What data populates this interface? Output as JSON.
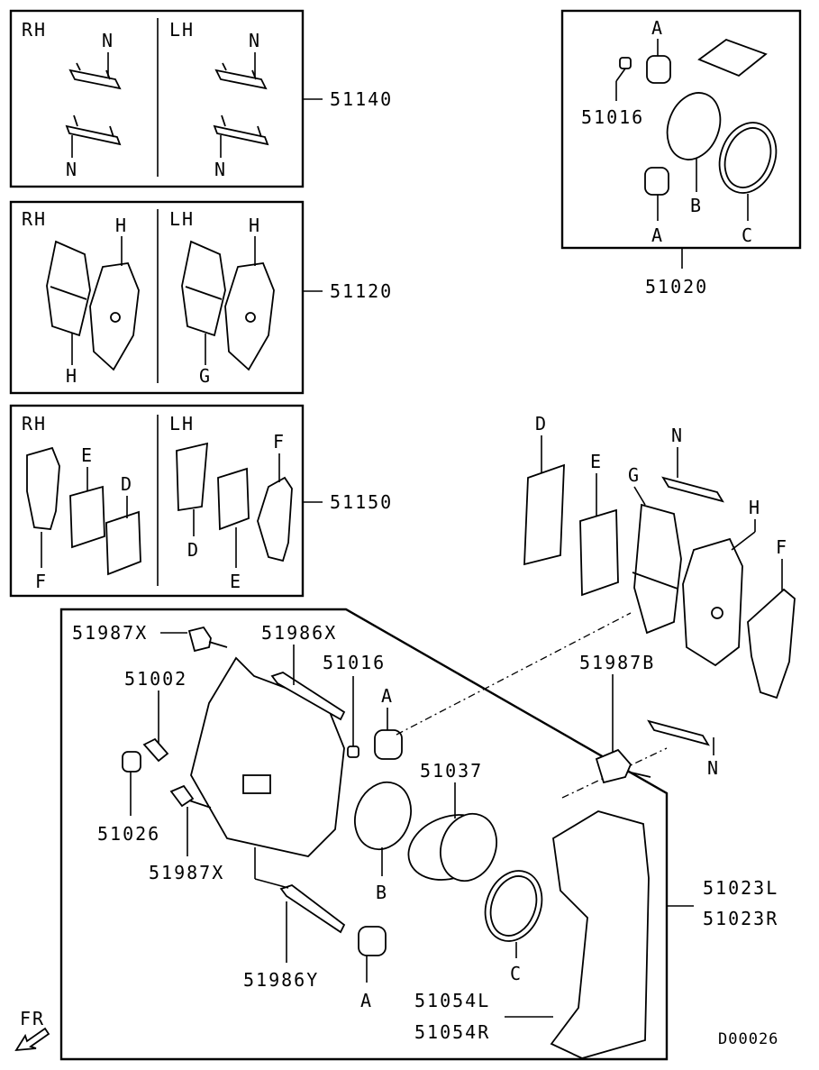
{
  "diagram_id": "D00026",
  "direction_marker": "FR",
  "kits": {
    "clip_kit": {
      "part_no": "51140",
      "left_label": "RH",
      "right_label": "LH",
      "callouts": [
        "N",
        "N",
        "N",
        "N"
      ]
    },
    "pad_kit": {
      "part_no": "51120",
      "left_label": "RH",
      "right_label": "LH",
      "callouts": [
        "H",
        "H",
        "H",
        "G"
      ]
    },
    "shim_kit": {
      "part_no": "51150",
      "left_label": "RH",
      "right_label": "LH",
      "callouts": [
        "E",
        "D",
        "F",
        "D",
        "F",
        "E"
      ]
    },
    "seal_kit": {
      "part_no": "51020",
      "callouts": [
        "A",
        "51016",
        "B",
        "A",
        "C"
      ]
    }
  },
  "caliper_parts": {
    "bolt_top": "51987X",
    "guide_pin_top": "51986X",
    "bushing": "51016",
    "bleeder": "51002",
    "boot_a_top": "A",
    "piston": "51037",
    "bleeder_cap": "51026",
    "bolt_lower": "51987X",
    "seal_b": "B",
    "guide_pin_lower": "51986Y",
    "boot_a_lower": "A",
    "seal_c": "C",
    "bracket_l": "51054L",
    "bracket_r": "51054R",
    "caliper_l": "51023L",
    "caliper_r": "51023R"
  },
  "exploded_pads": {
    "shim_d": "D",
    "shim_e": "E",
    "pad_g": "G",
    "clip_n_top": "N",
    "pad_h": "H",
    "shim_f": "F",
    "bracket_bolt": "51987B",
    "clip_n_lower": "N"
  }
}
